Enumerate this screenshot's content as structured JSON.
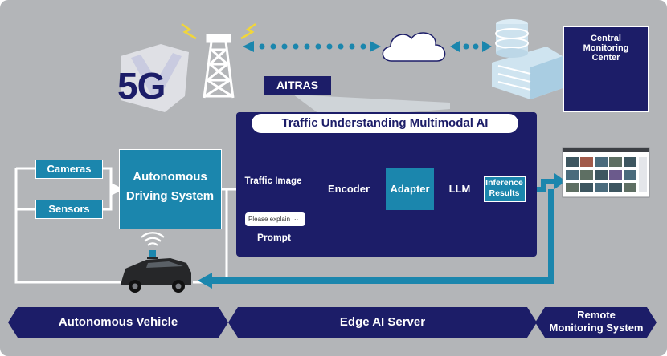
{
  "network": {
    "label_5g": "5G",
    "aitras": "AITRAS"
  },
  "monitoring_center": {
    "line1": "Central",
    "line2": "Monitoring",
    "line3": "Center"
  },
  "vehicle": {
    "cameras": "Cameras",
    "sensors": "Sensors",
    "ads_line1": "Autonomous",
    "ads_line2": "Driving System"
  },
  "multimodal_ai": {
    "title": "Traffic Understanding Multimodal AI",
    "traffic_image": "Traffic Image",
    "prompt_text": "Please explain ···",
    "prompt_label": "Prompt",
    "encoder": "Encoder",
    "adapter": "Adapter",
    "llm": "LLM",
    "inference_line1": "Inference",
    "inference_line2": "Results"
  },
  "bottom_bar": {
    "vehicle": "Autonomous Vehicle",
    "edge": "Edge AI Server",
    "remote_line1": "Remote",
    "remote_line2": "Monitoring System"
  },
  "colors": {
    "background": "#b3b5b8",
    "navy": "#1c1d68",
    "teal": "#1b86ad",
    "white": "#ffffff"
  }
}
